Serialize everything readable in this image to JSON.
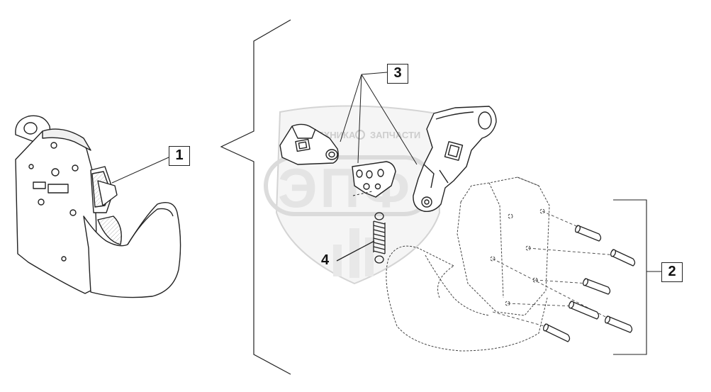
{
  "watermark": {
    "top_left": "ТЕХНИКА",
    "top_right": "ЗАПЧАСТИ",
    "big": "ЭПФ",
    "color": "#d6d6d6"
  },
  "callouts": {
    "part_1": "1",
    "part_2": "2",
    "part_3": "3",
    "part_4": "4"
  },
  "colors": {
    "line": "#222222",
    "fill": "#ffffff",
    "shade": "#e8e8e8"
  }
}
